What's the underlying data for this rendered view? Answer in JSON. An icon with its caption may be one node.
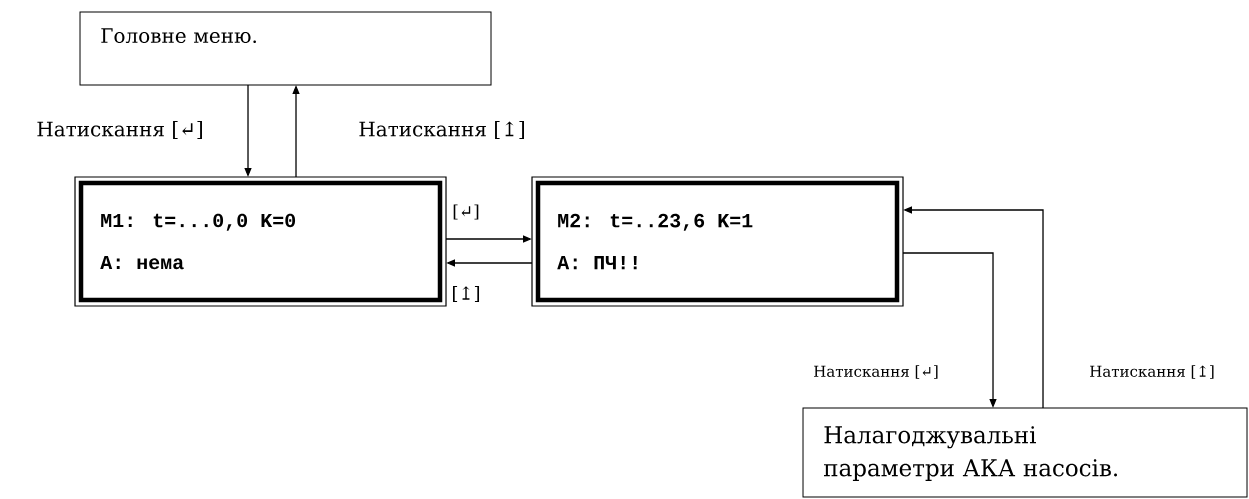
{
  "diagram": {
    "nodes": [
      {
        "text": [
          "Головне меню."
        ]
      },
      {
        "text": [
          "M1: t=...0,0 K=0",
          "А: нема"
        ]
      },
      {
        "text": [
          "M2: t=..23,6 K=1",
          "А: ПЧ!!"
        ]
      },
      {
        "text": [
          "Налагоджувальні параметри АКА насосів."
        ]
      }
    ],
    "edges": [
      {
        "from": 0,
        "to": 1,
        "arrow": "to",
        "label": "Натискання [↵]"
      },
      {
        "from": 1,
        "to": 0,
        "arrow": "to",
        "label": "Натискання [↥]"
      },
      {
        "from": 1,
        "to": 2,
        "arrow": "to",
        "label": "[↵]"
      },
      {
        "from": 2,
        "to": 1,
        "arrow": "to",
        "label": "[↥]"
      },
      {
        "from": 2,
        "to": 3,
        "arrow": "to",
        "label": "Натискання [↵]"
      },
      {
        "from": 3,
        "to": 2,
        "arrow": "to",
        "label": "Натискання [↥]"
      }
    ]
  }
}
